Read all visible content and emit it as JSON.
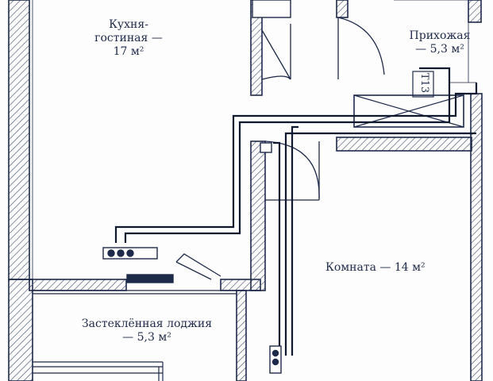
{
  "rooms": {
    "kitchen": {
      "name_line1": "Кухня-",
      "name_line2": "гостиная —",
      "area": "17 м²"
    },
    "hall": {
      "name": "Прихожая",
      "area": "— 5,3 м²"
    },
    "room": {
      "label": "Комната — 14 м²"
    },
    "loggia": {
      "name": "Застеклённая лоджия",
      "area": "— 5,3 м²"
    }
  },
  "marks": {
    "riser_tag": "Т13"
  },
  "colors": {
    "wall": "#1e2a4a",
    "pipe": "#10182f",
    "hatch": "#55607a",
    "ink": "#1e2a4a"
  }
}
